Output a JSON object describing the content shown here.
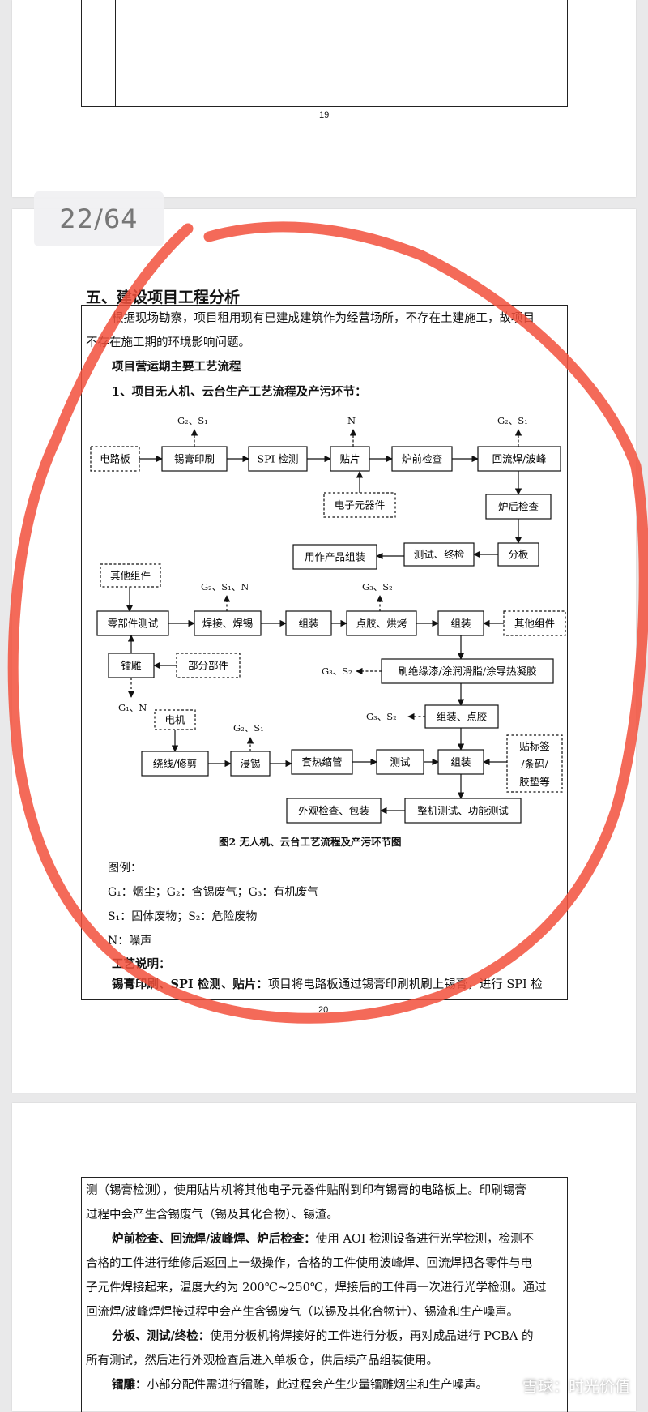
{
  "page1": {
    "number": "19"
  },
  "counter": "22/64",
  "page2": {
    "section_title": "五、建设项目工程分析",
    "intro": "根据现场勘察，项目租用现有已建成建筑作为经营场所，不存在土建施工，故项目",
    "intro_cont": "不存在施工期的环境影响问题。",
    "sub_heading": "项目营运期主要工艺流程",
    "sub_heading2": "1、项目无人机、云台生产工艺流程及产污环节：",
    "figure": {
      "caption": "图2   无人机、云台工艺流程及产污环节图",
      "nodes": {
        "n1": "电路板",
        "n2": "锡膏印刷",
        "n3": "SPI 检测",
        "n4": "贴片",
        "n5": "炉前检查",
        "n6": "回流焊/波峰",
        "n7": "电子元器件",
        "n8": "炉后检查",
        "n9": "分板",
        "n10": "测试、终检",
        "n11": "用作产品组装",
        "n12": "其他组件",
        "n13": "零部件测试",
        "n14": "焊接、焊锡",
        "n15": "组装",
        "n16": "点胶、烘烤",
        "n17": "组装",
        "n18": "其他组件",
        "n19": "镭雕",
        "n20": "部分部件",
        "n21": "刷绝缘漆/涂润滑脂/涂导热凝胶",
        "n22": "组装、点胶",
        "n23": "电机",
        "n24": "绕线/修剪",
        "n25": "浸锡",
        "n26": "套热缩管",
        "n27": "测试",
        "n28": "组装",
        "n29a": "贴标签",
        "n29b": "/条码/",
        "n29c": "胶垫等",
        "n30": "外观检查、包装",
        "n31": "整机测试、功能测试"
      },
      "emissions": {
        "e1": "G₂、S₁",
        "e2": "N",
        "e3": "G₂、S₁",
        "e4": "G₂、S₁、N",
        "e5": "G₃、S₂",
        "e6": "G₃、S₂",
        "e7": "G₁、N",
        "e8": "G₃、S₂",
        "e9": "G₂、S₁"
      }
    },
    "legend_title": "图例：",
    "legend1": "G₁：烟尘；G₂：含锡废气；G₃：有机废气",
    "legend2": "S₁：固体废物；S₂：危险废物",
    "legend3": "N：噪声",
    "process_heading": "工艺说明：",
    "process_lead": "锡膏印刷、SPI 检测、贴片：",
    "process_text": "项目将电路板通过锡膏印刷机刷上锡膏，进行 SPI 检",
    "number": "20"
  },
  "page3": {
    "line1": "测（锡膏检测），使用贴片机将其他电子元器件贴附到印有锡膏的电路板上。印刷锡膏",
    "line2": "过程中会产生含锡废气（锡及其化合物）、锡渣。",
    "p2_lead": "炉前检查、回流焊/波峰焊、炉后检查：",
    "p2_text": "使用 AOI 检测设备进行光学检测，检测不",
    "line4": "合格的工件进行维修后返回上一级操作，合格的工件使用波峰焊、回流焊把各零件与电",
    "line5": "子元件焊接起来，温度大约为 200℃~250℃，焊接后的工件再一次进行光学检测。通过",
    "line6": "回流焊/波峰焊焊接过程中会产生含锡废气（以锡及其化合物计）、锡渣和生产噪声。",
    "p3_lead": "分板、测试/终检：",
    "p3_text": "使用分板机将焊接好的工件进行分板，再对成品进行 PCBA 的",
    "line8": "所有测试，然后进行外观检查后进入单板仓，供后续产品组装使用。",
    "p4_lead": "镭雕：",
    "p4_text": "小部分配件需进行镭雕，此过程会产生少量镭雕烟尘和生产噪声。"
  },
  "watermark": "雪球：时光价值",
  "colors": {
    "annotation": "#f2503c"
  }
}
